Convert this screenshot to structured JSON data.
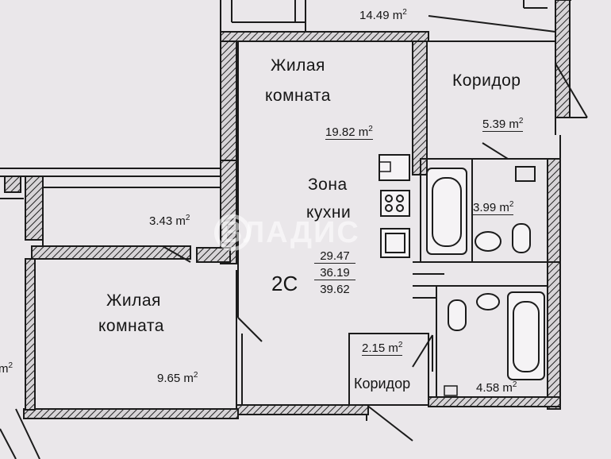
{
  "plan": {
    "apartment_type": "2С",
    "totals": [
      "29.47",
      "36.19",
      "39.62"
    ],
    "rooms": {
      "top_area": "14.49 m",
      "living_main_line1": "Жилая",
      "living_main_line2": "комната",
      "living_main_area": "19.82 m",
      "corridor_top_label": "Коридор",
      "corridor_top_area": "5.39 m",
      "kitchen_line1": "Зона",
      "kitchen_line2": "кухни",
      "bath_area": "3.99 m",
      "balcony_area": "3.43 m",
      "living_second_line1": "Жилая",
      "living_second_line2": "комната",
      "living_second_area": "9.65 m",
      "corridor_bottom_label": "Коридор",
      "corridor_bottom_area": "2.15 m",
      "bath2_area": "4.58 m",
      "left_edge_area": "m"
    },
    "sup": "2",
    "watermark": "ВЛАДИС"
  }
}
